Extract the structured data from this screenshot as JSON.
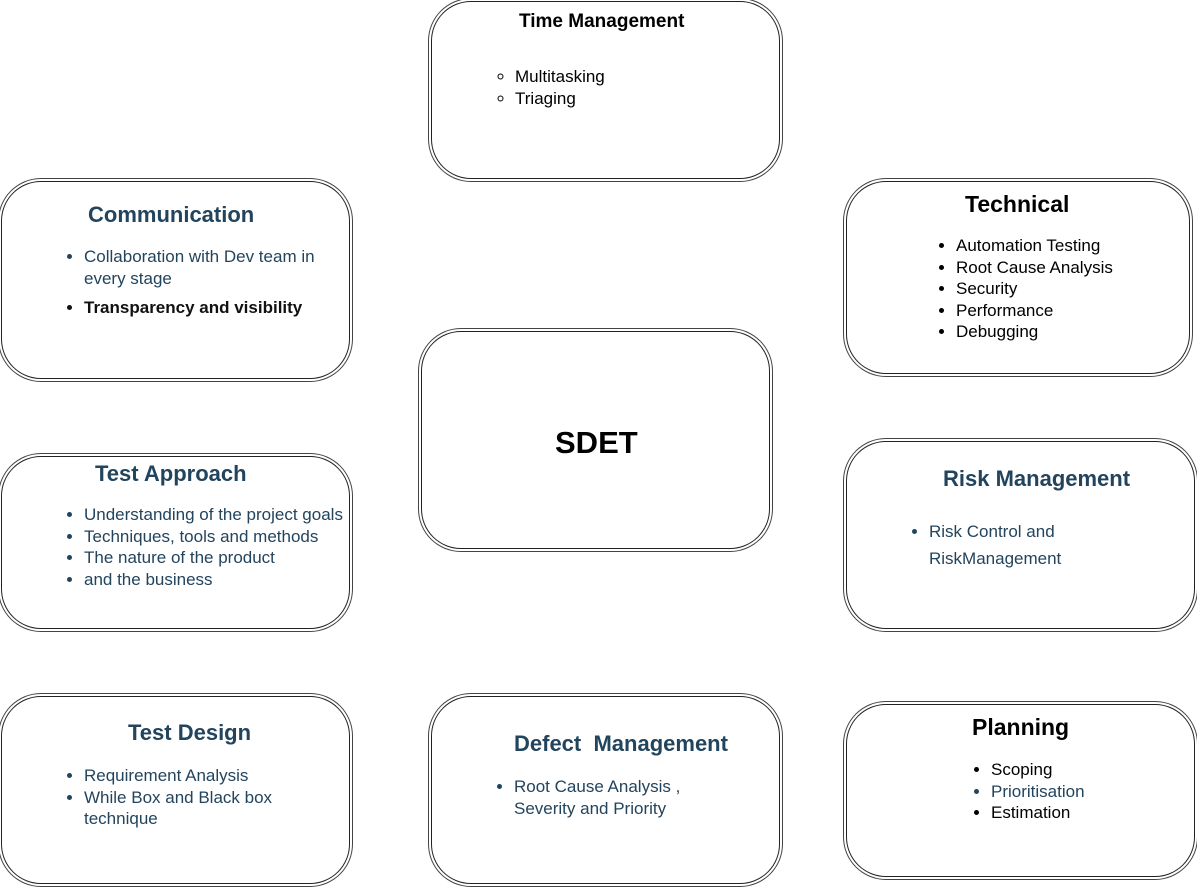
{
  "center": {
    "label": "SDET"
  },
  "time_management": {
    "title": "Time Management",
    "items": [
      "Multitasking",
      "Triaging"
    ]
  },
  "communication": {
    "title": "Communication",
    "items": [
      "Collaboration with Dev team in every stage",
      "Transparency and visibility"
    ]
  },
  "technical": {
    "title": "Technical",
    "items": [
      "Automation Testing",
      "Root Cause Analysis",
      "Security",
      "Performance",
      "Debugging"
    ]
  },
  "test_approach": {
    "title": "Test Approach",
    "items": [
      "Understanding of the project goals",
      "Techniques, tools and methods",
      "The nature of the product",
      "and the business"
    ]
  },
  "risk_management": {
    "title": "Risk Management",
    "items": [
      "Risk Control and RiskManagement"
    ]
  },
  "test_design": {
    "title": "Test Design",
    "items": [
      "Requirement Analysis",
      "While Box and Black box technique"
    ]
  },
  "defect_management": {
    "title": "Defect  Management",
    "items": [
      "Root Cause Analysis , Severity and Priority"
    ]
  },
  "planning": {
    "title": "Planning",
    "items": [
      "Scoping",
      "Prioritisation",
      "Estimation"
    ]
  },
  "colors": {
    "navy_text": "#23445d",
    "black_text": "#000000",
    "border": "#222222"
  }
}
